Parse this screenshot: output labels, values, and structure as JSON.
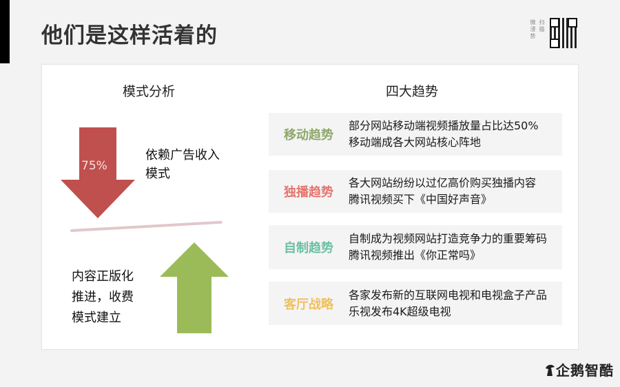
{
  "header": {
    "title": "他们是这样活着的",
    "qr": {
      "label_columns": [
        "微浸势",
        "扫描"
      ],
      "icon": "qr-code-icon"
    }
  },
  "left": {
    "section_title": "模式分析",
    "down_arrow": {
      "value": "75%",
      "color": "#c0504d",
      "icon": "down-arrow-icon"
    },
    "down_text": [
      "依赖广告收入",
      "模式"
    ],
    "up_arrow": {
      "color": "#9bbb59",
      "icon": "up-arrow-icon"
    },
    "up_text": [
      "内容正版化",
      "推进，收费",
      "模式建立"
    ]
  },
  "right": {
    "section_title": "四大趋势",
    "trends": [
      {
        "tag": "移动趋势",
        "color": "#8fa86a",
        "lines": [
          "部分网站移动端视频播放量占比达50%",
          "移动端成各大网站核心阵地"
        ]
      },
      {
        "tag": "独播趋势",
        "color": "#e6736d",
        "lines": [
          "各大网站纷纷以过亿高价购买独播内容",
          "腾讯视频买下《中国好声音》"
        ]
      },
      {
        "tag": "自制趋势",
        "color": "#6bbfa3",
        "lines": [
          "自制成为视频网站打造竞争力的重要筹码",
          "腾讯视频推出《你正常吗》"
        ]
      },
      {
        "tag": "客厅战略",
        "color": "#f0c060",
        "lines": [
          "各家发布新的互联网电视和电视盒子产品",
          "乐视发布4K超级电视"
        ]
      }
    ]
  },
  "footer": {
    "logo": "企鹅智酷"
  }
}
